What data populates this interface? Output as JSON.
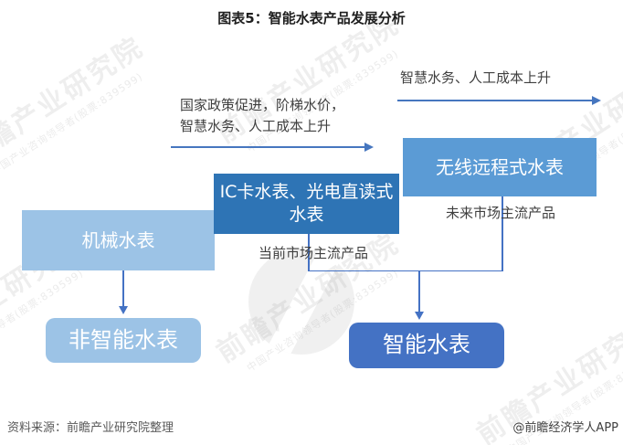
{
  "title": "图表5：智能水表产品发展分析",
  "notes": {
    "left_driver": "国家政策促进，阶梯水价，\n智慧水务、人工成本上升",
    "right_driver": "智慧水务、人工成本上升",
    "current_mainstream": "当前市场主流产品",
    "future_mainstream": "未来市场主流产品"
  },
  "stages": {
    "mechanical": "机械水表",
    "ic_card": "IC卡水表、光电直读式水表",
    "wireless": "无线远程式水表"
  },
  "outcomes": {
    "non_smart": "非智能水表",
    "smart": "智能水表"
  },
  "watermark": {
    "name": "前瞻产业研究院",
    "tagline": "中国产业咨询领导者(股票:839599)"
  },
  "footer": {
    "source": "资料来源：前瞻产业研究院整理",
    "credit": "@前瞻经济学人APP"
  },
  "colors": {
    "light_blue": "#9CC3E6",
    "medium_blue": "#2E74B5",
    "sky_blue": "#5B9BD5",
    "royal_blue": "#4472C4"
  }
}
